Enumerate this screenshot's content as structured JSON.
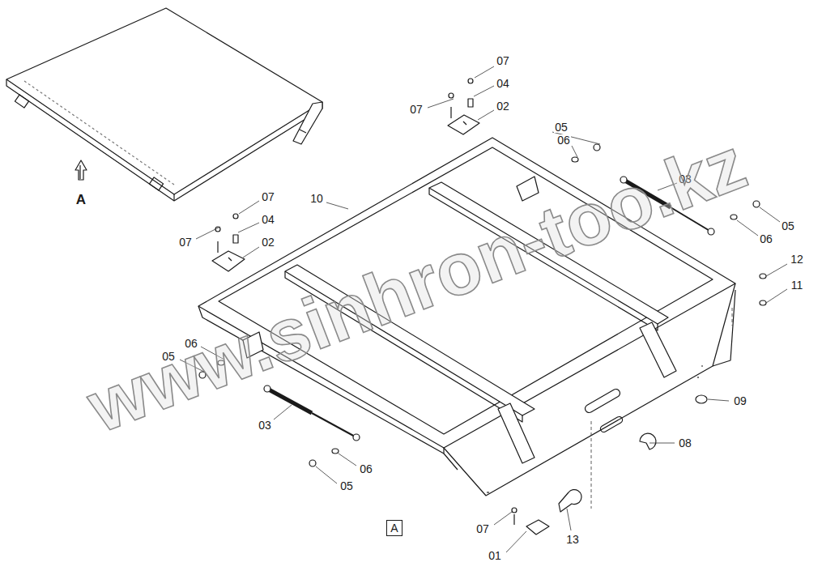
{
  "diagram": {
    "nodes": [
      {
        "text": [
          "A"
        ]
      }
    ],
    "labels": [
      "07",
      "04",
      "07",
      "02",
      "05",
      "06",
      "A",
      "07",
      "10",
      "03",
      "07",
      "04",
      "02",
      "05",
      "06",
      "12",
      "11",
      "06",
      "05",
      "09",
      "03",
      "08",
      "06",
      "05",
      "07",
      "13",
      "01",
      "www.sinhron-too.kz"
    ]
  }
}
